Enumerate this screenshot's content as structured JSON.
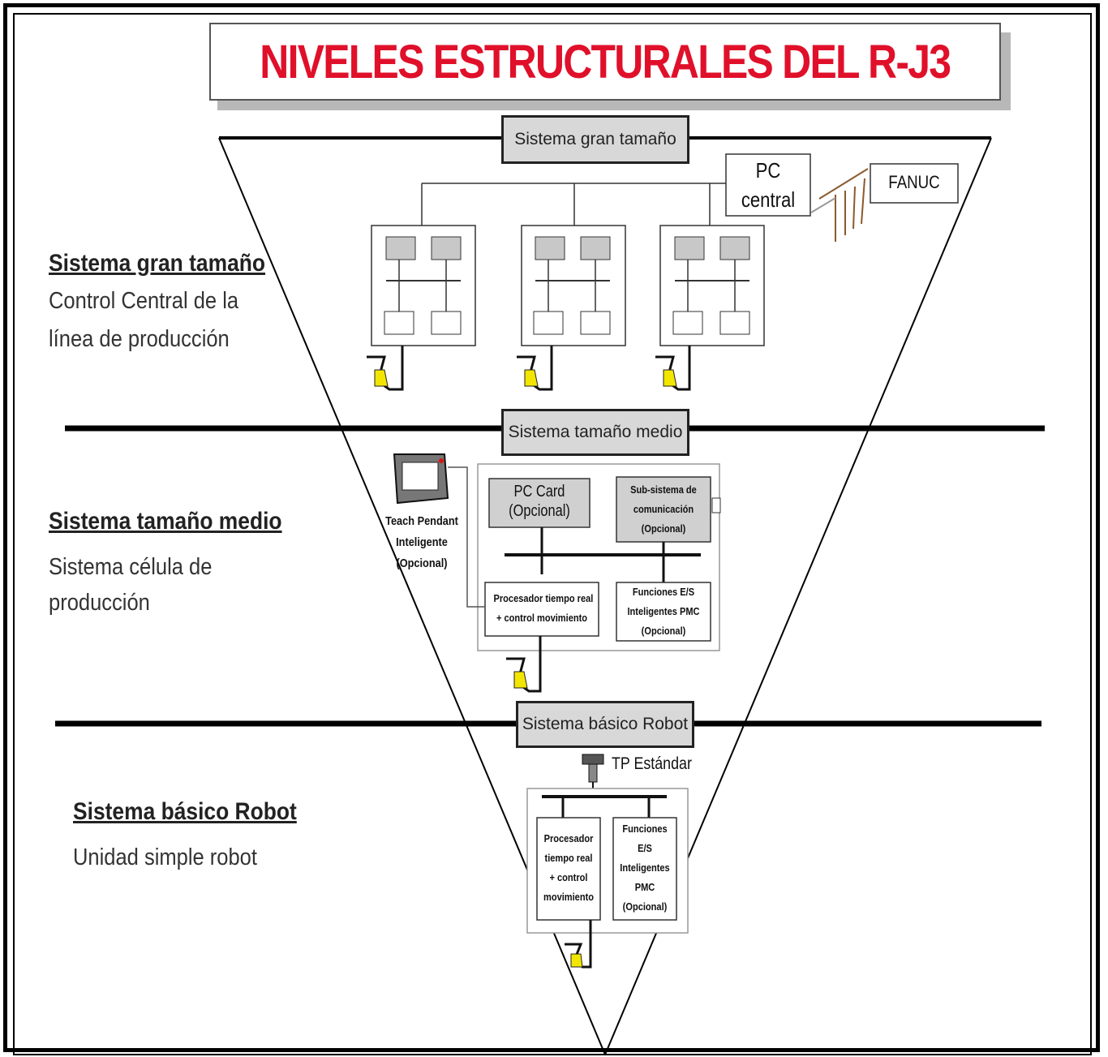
{
  "title": "NIVELES ESTRUCTURALES DEL R-J3",
  "levels": [
    {
      "box_label": "Sistema gran tamaño",
      "heading": "Sistema gran tamaño",
      "desc_line1": "Control Central de la",
      "desc_line2": "línea de producción"
    },
    {
      "box_label": "Sistema tamaño medio",
      "heading": "Sistema tamaño medio",
      "desc_line1": "Sistema célula de",
      "desc_line2": "producción"
    },
    {
      "box_label": "Sistema básico Robot",
      "heading": "Sistema básico Robot",
      "desc_line1": "Unidad simple robot"
    }
  ],
  "large": {
    "pc_central_line1": "PC",
    "pc_central_line2": "central",
    "fanuc": "FANUC"
  },
  "medium": {
    "teach_pendant": [
      "Teach Pendant",
      "Inteligente",
      "(Opcional)"
    ],
    "pc_card": [
      "PC Card",
      "(Opcional)"
    ],
    "comm_subsystem": [
      "Sub-sistema de",
      "comunicación",
      "(Opcional)"
    ],
    "processor": [
      "Procesador tiempo real",
      "+ control movimiento"
    ],
    "io_functions": [
      "Funciones E/S",
      "Inteligentes PMC",
      "(Opcional)"
    ]
  },
  "basic": {
    "tp_standard": "TP Estándar",
    "processor": [
      "Procesador",
      "tiempo real",
      "+ control",
      "movimiento"
    ],
    "io_functions": [
      "Funciones",
      "E/S",
      "Inteligentes",
      "PMC",
      "(Opcional)"
    ]
  }
}
